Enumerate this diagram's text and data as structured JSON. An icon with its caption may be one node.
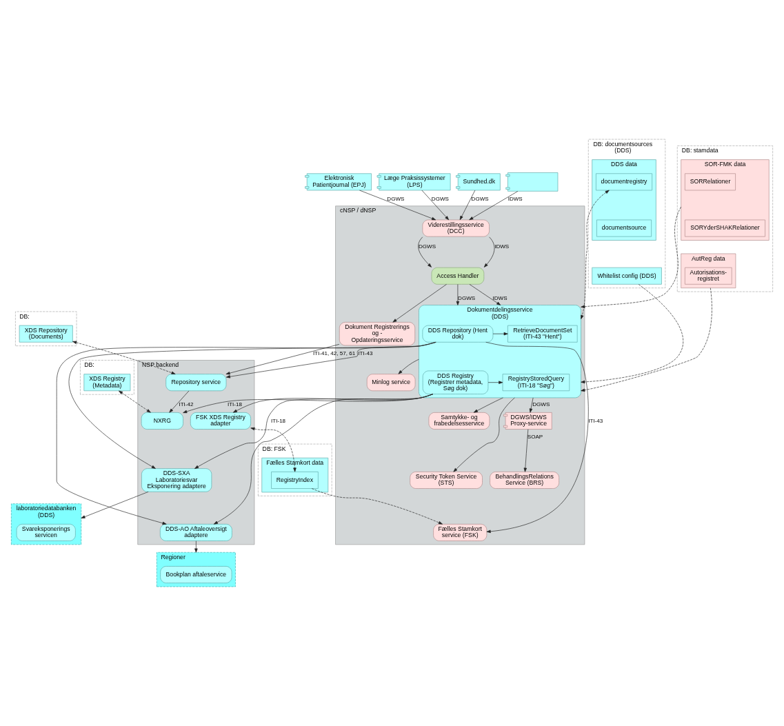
{
  "diagram": {
    "nodes": [
      {
        "text": [
          "Elektronisk Patientjournal (EPJ)"
        ]
      },
      {
        "text": [
          "Læge Praksissystemer (LPS)"
        ]
      },
      {
        "text": [
          "Sundhed.dk"
        ]
      },
      {
        "text": [],
        "shape": "box"
      },
      {
        "text": [
          "NSP backend"
        ]
      },
      {
        "text": [
          "cNSP / dNSP"
        ]
      },
      {
        "text": [
          "Viderestillingsservice (DCC)"
        ],
        "in": 5
      },
      {
        "text": [
          "DB:"
        ]
      },
      {
        "text": [
          "XDS Registry (Metadata)"
        ],
        "in": 7
      },
      {
        "text": [
          "NXRG"
        ],
        "in": 4
      },
      {
        "text": [
          "Dokument Registrerings og - Opdateringsservice"
        ],
        "in": 5
      },
      {
        "text": [
          "Access Handler"
        ],
        "in": 5
      },
      {
        "text": [
          "DB:"
        ]
      },
      {
        "text": [
          "XDS Repository (Documents)"
        ],
        "in": 12
      },
      {
        "text": [
          "Repository service"
        ],
        "in": 4
      },
      {
        "text": [
          "Dokumentdelingsservice (DDS)"
        ],
        "in": 5
      },
      {
        "text": [
          "DDS Repository (Hent dok)"
        ],
        "in": 15
      },
      {
        "text": [
          "RetrieveDocumentSet (ITI-43 \"Hent\")"
        ],
        "in": 15
      },
      {
        "text": [
          "DDS Registry (Registrer metadata, Søg dok)"
        ],
        "in": 15
      },
      {
        "text": [
          "RegistryStoredQuery (ITI-18 \"Søg\")"
        ],
        "in": 15
      },
      {
        "text": [
          "Minlog service"
        ],
        "in": 5
      },
      {
        "text": [
          "Samtykke- og frabedelsesservice"
        ],
        "in": 5
      },
      {
        "text": [
          "Security Token Service (STS)"
        ],
        "in": 5
      },
      {
        "text": [
          "laboratoriedatabanken (DDS)"
        ]
      },
      {
        "text": [
          "Svareksponerings servicen"
        ],
        "in": 23
      },
      {
        "text": [
          "DDS-SXA Laboratoriesvar Eksponering adaptere"
        ],
        "in": 4
      },
      {
        "text": [
          "Regioner"
        ]
      },
      {
        "text": [
          "Bookplan aftaleservice"
        ],
        "in": 26
      },
      {
        "text": [
          "DDS-AO Aftaleoversigt adaptere"
        ],
        "in": 4
      },
      {
        "text": [
          "FSK XDS Registry adapter"
        ],
        "in": 4
      },
      {
        "text": [
          "Fælles Stamkort service (FSK)"
        ],
        "in": 5
      },
      {
        "text": [
          "DGWS/IDWS Proxy-service"
        ],
        "in": 5
      },
      {
        "text": [
          "BehandlingsRelations Service (BRS)"
        ],
        "in": 5
      },
      {
        "text": [
          "DB: FSK"
        ]
      },
      {
        "text": [
          "Fælles Stamkort data"
        ],
        "in": 33
      },
      {
        "text": [
          "RegistryIndex"
        ],
        "in": 34
      },
      {
        "text": [
          "DB: documentsources (DDS)"
        ]
      },
      {
        "text": [
          "DDS data"
        ],
        "in": 36
      },
      {
        "text": [
          "documentregistry"
        ],
        "in": 37
      },
      {
        "text": [
          "documentsource"
        ],
        "in": 37
      },
      {
        "text": [
          "Whitelist config (DDS)"
        ],
        "in": 36
      },
      {
        "text": [
          "DB: stamdata"
        ]
      },
      {
        "text": [
          "SOR-FMK data"
        ],
        "in": 41
      },
      {
        "text": [
          "SORRelationer"
        ],
        "in": 42
      },
      {
        "text": [
          "SORYderSHAKRelationer"
        ],
        "in": 42
      },
      {
        "text": [
          "AutReg data"
        ],
        "in": 41
      },
      {
        "text": [
          "Autorisations- registret"
        ],
        "in": 45
      }
    ],
    "edges": [
      {
        "from": 0,
        "to": 6,
        "arrow": "to",
        "label": "DGWS"
      },
      {
        "from": 1,
        "to": 6,
        "arrow": "to",
        "label": "DGWS"
      },
      {
        "from": 2,
        "to": 6,
        "arrow": "to",
        "label": "DGWS"
      },
      {
        "from": 3,
        "to": 6,
        "arrow": "to",
        "label": "IDWS"
      },
      {
        "from": 8,
        "to": 9,
        "arrow": "both",
        "style": "dashed"
      },
      {
        "from": 6,
        "to": 11,
        "arrow": "to",
        "label": "DGWS"
      },
      {
        "from": 6,
        "to": 11,
        "arrow": "to",
        "label": "IDWS"
      },
      {
        "from": 11,
        "to": 10,
        "arrow": "to"
      },
      {
        "from": 10,
        "to": 14,
        "arrow": "to",
        "label": "ITI-41, 42, 57, 61"
      },
      {
        "from": 14,
        "to": 9,
        "arrow": "to",
        "label": "ITI-42"
      },
      {
        "from": 13,
        "to": 14,
        "arrow": "both",
        "style": "dashed"
      },
      {
        "from": 11,
        "to": 15,
        "arrow": "to",
        "label": "DGWS"
      },
      {
        "from": 11,
        "to": 15,
        "arrow": "to",
        "label": "IDWS"
      },
      {
        "from": 18,
        "to": 9,
        "arrow": "to",
        "label": "ITI-18"
      },
      {
        "from": 16,
        "to": 14,
        "arrow": "to",
        "label": "ITI-43"
      },
      {
        "from": 16,
        "to": 25,
        "arrow": "to"
      },
      {
        "from": 16,
        "to": 28,
        "arrow": "to"
      },
      {
        "from": 18,
        "to": 25,
        "arrow": "to",
        "label": "ITI-18"
      },
      {
        "from": 18,
        "to": 28,
        "arrow": "to"
      },
      {
        "from": 18,
        "to": 29,
        "arrow": "to"
      },
      {
        "from": 16,
        "to": 17,
        "arrow": "to"
      },
      {
        "from": 18,
        "to": 19,
        "arrow": "to"
      },
      {
        "from": 16,
        "to": 30,
        "arrow": "to",
        "label": "ITI-43"
      },
      {
        "from": 15,
        "to": 20,
        "arrow": "to"
      },
      {
        "from": 15,
        "to": 21,
        "arrow": "to"
      },
      {
        "from": 15,
        "to": 22,
        "arrow": "to"
      },
      {
        "from": 25,
        "to": 23,
        "arrow": "to"
      },
      {
        "from": 28,
        "to": 26,
        "arrow": "to"
      },
      {
        "from": 15,
        "to": 31,
        "arrow": "to",
        "label": "DGWS"
      },
      {
        "from": 31,
        "to": 32,
        "arrow": "to",
        "label": "SOAP"
      },
      {
        "from": 29,
        "to": 35,
        "arrow": "both",
        "style": "dashed"
      },
      {
        "from": 35,
        "to": 30,
        "arrow": "to",
        "style": "dashed"
      },
      {
        "from": 38,
        "to": 15,
        "arrow": "both",
        "style": "dashed"
      },
      {
        "from": 40,
        "to": 15,
        "arrow": "to",
        "style": "dashed"
      },
      {
        "from": 42,
        "to": 15,
        "arrow": "to",
        "style": "dashed"
      },
      {
        "from": 45,
        "to": 15,
        "arrow": "to",
        "style": "dashed"
      }
    ]
  }
}
